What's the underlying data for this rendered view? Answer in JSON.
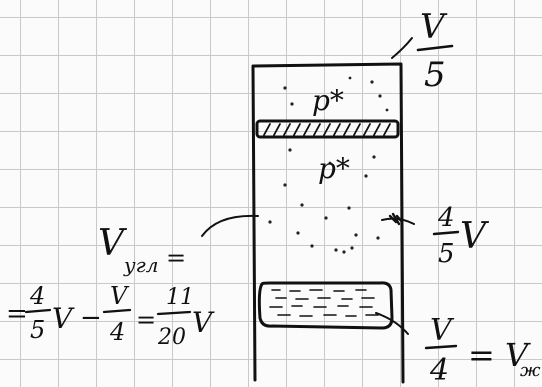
{
  "labels": {
    "top_volume_num": "V",
    "top_volume_den": "5",
    "gas_top": "p*",
    "gas_middle": "p*",
    "middle_volume_num": "4",
    "middle_volume_den": "5",
    "middle_volume_var": "V",
    "bottom_volume_num": "V",
    "bottom_volume_den": "4",
    "bottom_volume_eq": "= V",
    "bottom_volume_sub": "ж"
  },
  "equation": {
    "lhs_main": "V",
    "lhs_sub": "угл",
    "lhs_eq": "=",
    "line2_eq": "=",
    "frac1_num": "4",
    "frac1_den": "5",
    "frac1_var": "V",
    "minus": "−",
    "frac2_num": "V",
    "frac2_den": "4",
    "eq2": "=",
    "frac3_num": "11",
    "frac3_den": "20",
    "frac3_var": "V"
  },
  "colors": {
    "ink": "#111111",
    "grid": "#c9c9c9",
    "paper": "#fbfbfb"
  }
}
